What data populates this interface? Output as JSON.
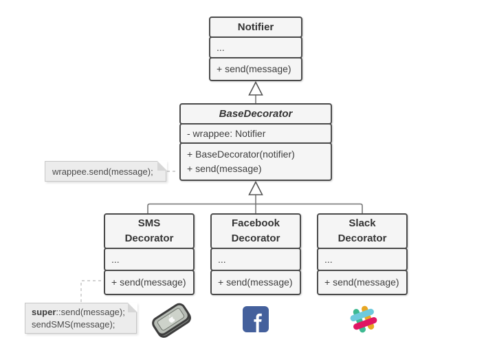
{
  "classes": [
    {
      "name": "Notifier",
      "sections": {
        "dots": "...",
        "method1": "+ send(message)"
      }
    },
    {
      "name": "BaseDecorator",
      "sections": {
        "attr1": "- wrappee: Notifier",
        "method1": "+ BaseDecorator(notifier)",
        "method2": "+ send(message)"
      }
    },
    {
      "name": "SMS Decorator",
      "sections": {
        "dots": "...",
        "method1": "+ send(message)"
      }
    },
    {
      "name": "Facebook Decorator",
      "sections": {
        "dots": "...",
        "method1": "+ send(message)"
      }
    },
    {
      "name": "Slack Decorator",
      "sections": {
        "dots": "...",
        "method1": "+ send(message)"
      }
    }
  ],
  "notes": [
    {
      "text": "wrappee.send(message);"
    },
    {
      "line1_bold": "super",
      "line1_rest": "::send(message);",
      "line2": "sendSMS(message);"
    }
  ],
  "icons": {
    "smartphone": "smartphone-icon",
    "facebook_glyph": "f",
    "slack": "slack-icon"
  },
  "colors": {
    "class_fill": "#f5f5f5",
    "class_border": "#4a4a4a",
    "note_fill": "#ececec",
    "note_border": "#c6c6c6",
    "connector_line": "#6e6e6e",
    "facebook_blue": "#44609c",
    "slack_teal": "#6ecadc",
    "slack_yellow": "#e8a723",
    "slack_green": "#3eb991",
    "slack_pink": "#e01563"
  }
}
